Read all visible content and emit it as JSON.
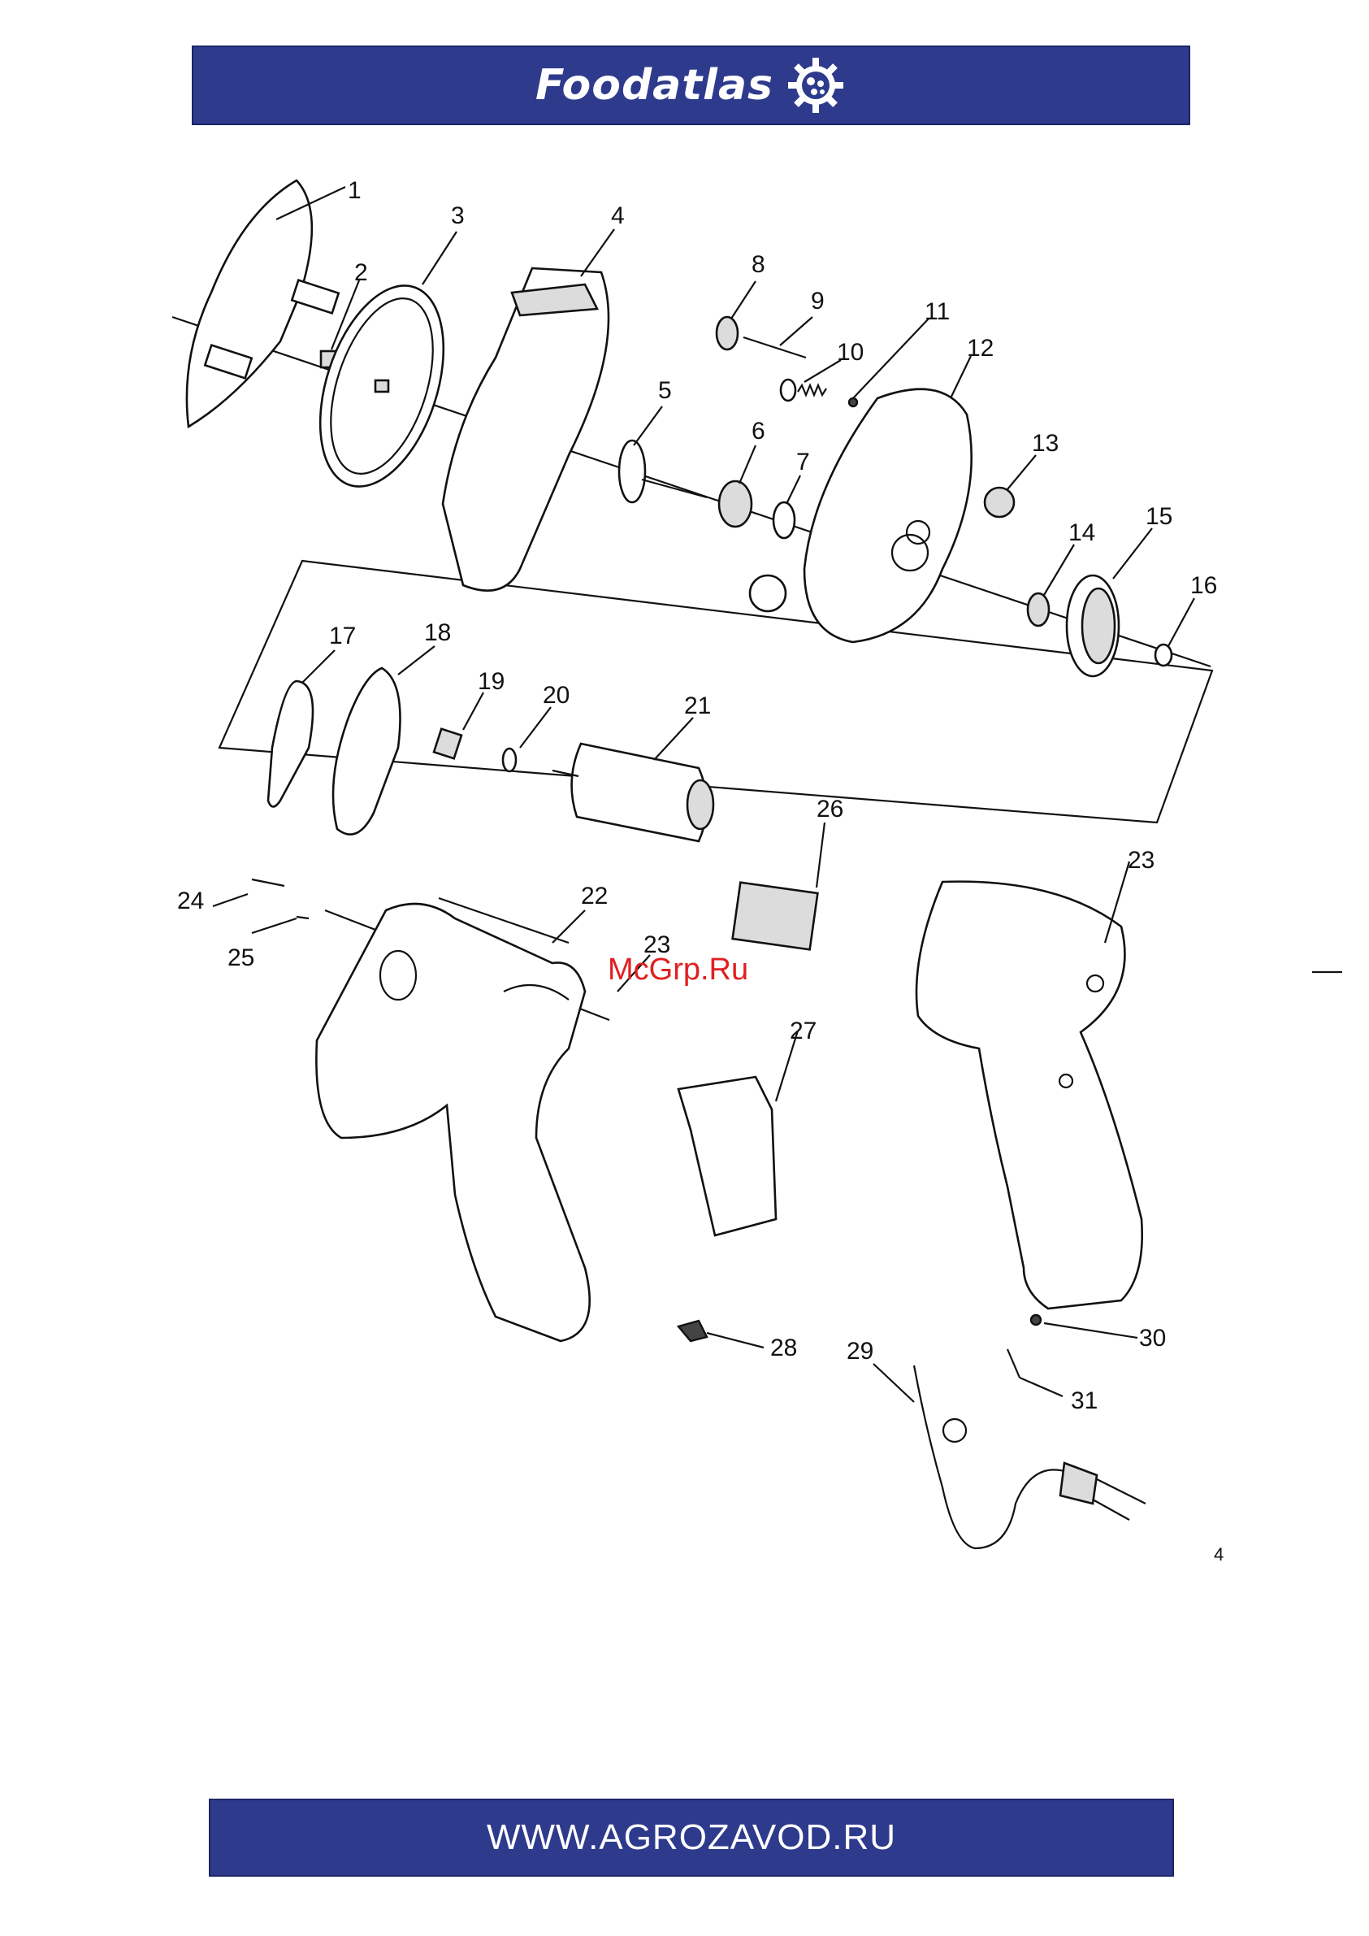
{
  "header": {
    "brand": "Foodatlas",
    "logo_icon": "gear-icon"
  },
  "footer": {
    "url": "WWW.AGROZAVOD.RU"
  },
  "watermark": "McGrp.Ru",
  "page_number": "4",
  "part_labels": [
    "1",
    "2",
    "3",
    "4",
    "5",
    "6",
    "7",
    "8",
    "9",
    "10",
    "11",
    "12",
    "13",
    "14",
    "15",
    "16",
    "17",
    "18",
    "19",
    "20",
    "21",
    "22",
    "23",
    "23",
    "24",
    "25",
    "26",
    "27",
    "28",
    "29",
    "30",
    "31"
  ],
  "colors": {
    "banner": "#2e3a8c",
    "watermark": "#e02020"
  }
}
